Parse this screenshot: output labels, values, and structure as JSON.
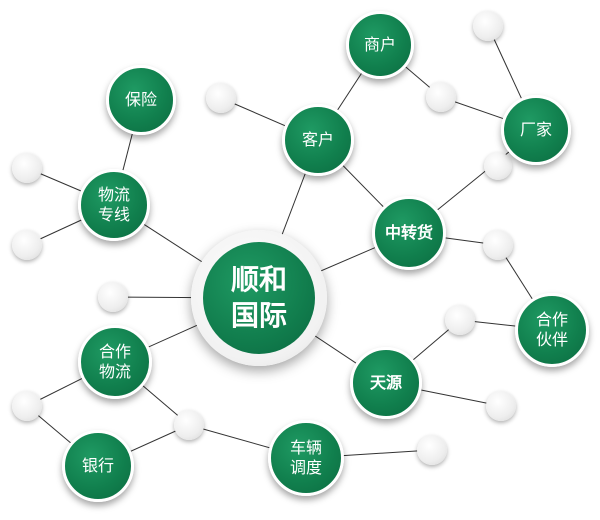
{
  "center": {
    "line1": "顺和",
    "line2": "国际"
  },
  "nodes": {
    "shanghu": "商户",
    "changjia": "厂家",
    "baoxian": "保险",
    "kehu": "客户",
    "wuliu_zhuanxian": "物流\n专线",
    "zhongzhuanhuo": "中转货",
    "hezuo_huoban": "合作\n伙伴",
    "hezuo_wuliu": "合作\n物流",
    "tianyuan": "天源",
    "yinhang": "银行",
    "cheliang_diaodu": "车辆\n调度"
  },
  "colors": {
    "node_green": "#11804e",
    "line": "#333333",
    "dot": "#eeeeee"
  }
}
